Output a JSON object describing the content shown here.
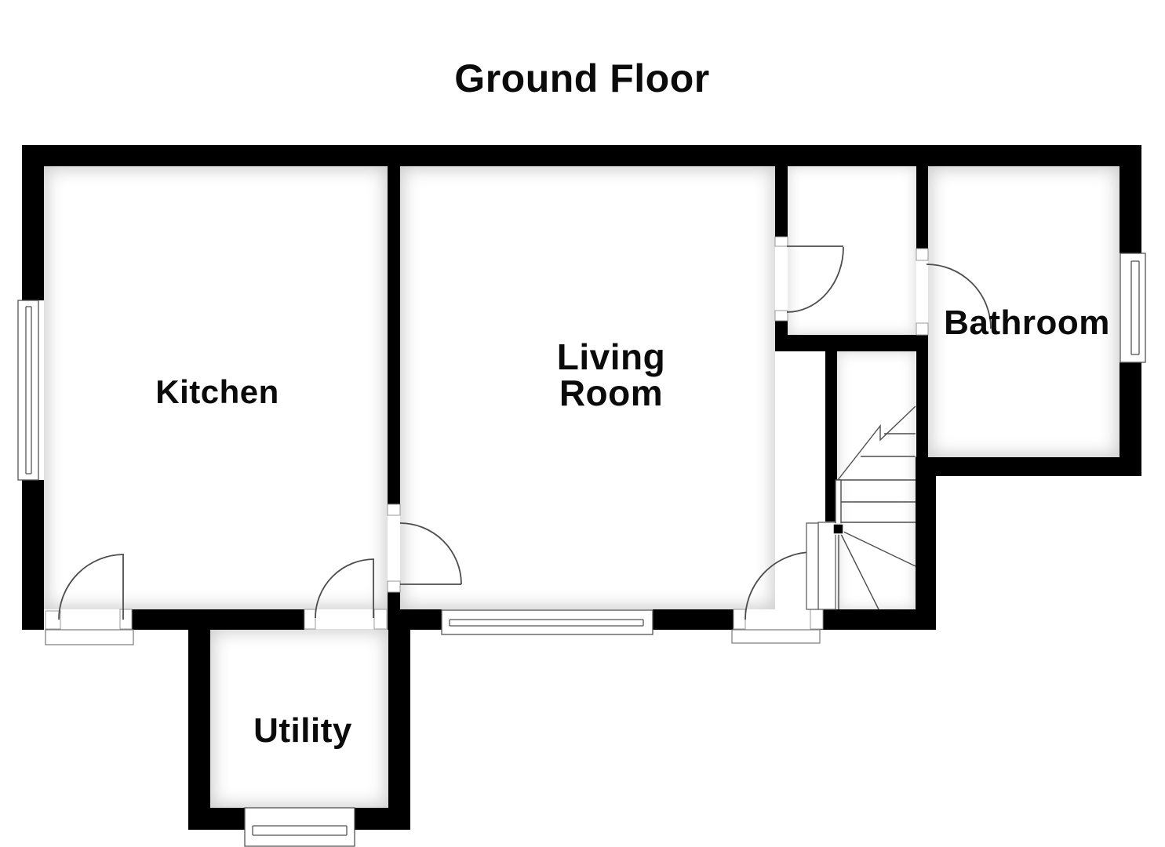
{
  "title": "Ground Floor",
  "rooms": {
    "kitchen": {
      "label": "Kitchen"
    },
    "living_room": {
      "line1": "Living",
      "line2": "Room"
    },
    "bathroom": {
      "label": "Bathroom"
    },
    "utility": {
      "label": "Utility"
    }
  },
  "features": {
    "windows": [
      "kitchen-left-window",
      "living-room-bottom-window",
      "bathroom-right-window",
      "utility-bottom-window"
    ],
    "doors": [
      "kitchen-back-door",
      "kitchen-utility-door",
      "kitchen-living-door",
      "front-door",
      "living-room-hall-door",
      "bathroom-door"
    ],
    "stairs": "winder-staircase"
  },
  "colors": {
    "wall": "#000000",
    "floor": "#ffffff",
    "line": "#4d4d4d"
  }
}
